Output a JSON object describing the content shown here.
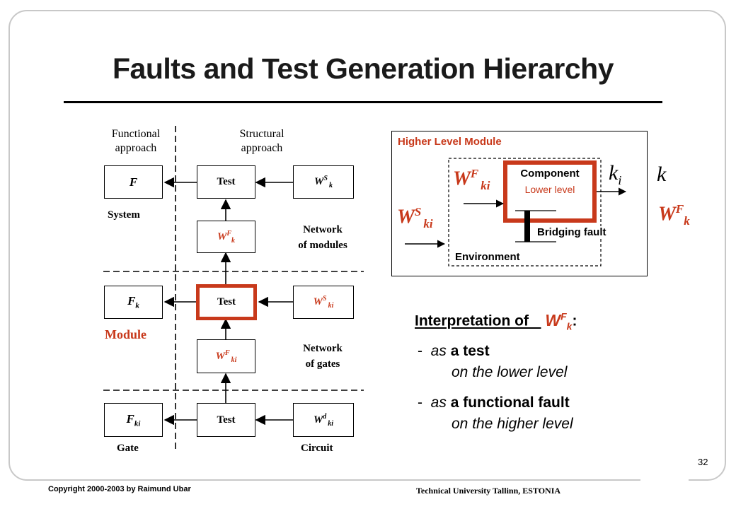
{
  "slide": {
    "title": "Faults and Test Generation Hierarchy",
    "page_number": "32",
    "copyright": "Copyright 2000-2003 by Raimund Ubar",
    "institution": "Technical University Tallinn, ESTONIA"
  },
  "hierarchy": {
    "functional_header": [
      "Functional",
      "approach"
    ],
    "structural_header": [
      "Structural",
      "approach"
    ],
    "test_label": "Test",
    "levels": {
      "system": {
        "functional_base": "F",
        "label": "System"
      },
      "module": {
        "functional_base": "F",
        "functional_sub": "k",
        "label": "Module"
      },
      "gate": {
        "functional_base": "F",
        "functional_sub": "ki",
        "label": "Gate"
      }
    },
    "models": {
      "ws_k": {
        "base": "W",
        "sup": "S",
        "sub": "k"
      },
      "wf_k": {
        "base": "W",
        "sup": "F",
        "sub": "k"
      },
      "ws_ki": {
        "base": "W",
        "sup": "S",
        "sub": "ki"
      },
      "wf_ki": {
        "base": "W",
        "sup": "F",
        "sub": "ki"
      },
      "wd_ki": {
        "base": "W",
        "sup": "d",
        "sub": "ki"
      }
    },
    "network_modules": [
      "Network",
      "of modules"
    ],
    "network_gates": [
      "Network",
      "of gates"
    ],
    "circuit_label": "Circuit"
  },
  "module_diagram": {
    "title": "Higher Level Module",
    "component_line1": "Component",
    "component_line2": "Lower level",
    "environment_label": "Environment",
    "bridging_label": "Bridging fault",
    "ki_label": {
      "base": "k",
      "sub": "i"
    },
    "k_label": "k",
    "wf_ki": {
      "base": "W",
      "sup": "F",
      "sub": "ki"
    },
    "ws_ki": {
      "base": "W",
      "sup": "S",
      "sub": "ki"
    },
    "wf_k": {
      "base": "W",
      "sup": "F",
      "sub": "k"
    }
  },
  "interpretation": {
    "heading": "Interpretation of",
    "symbol": {
      "base": "W",
      "sup": "F",
      "sub": "k"
    },
    "colon": ":",
    "items": [
      {
        "dash": "-",
        "prefix": "as",
        "bold": "a test",
        "line2": "on the lower level"
      },
      {
        "dash": "-",
        "prefix": "as",
        "bold": "a functional fault",
        "line2": "on the higher level"
      }
    ]
  },
  "colors": {
    "accent_red": "#c8391b",
    "text": "#000000",
    "frame": "#c8c8c8"
  }
}
